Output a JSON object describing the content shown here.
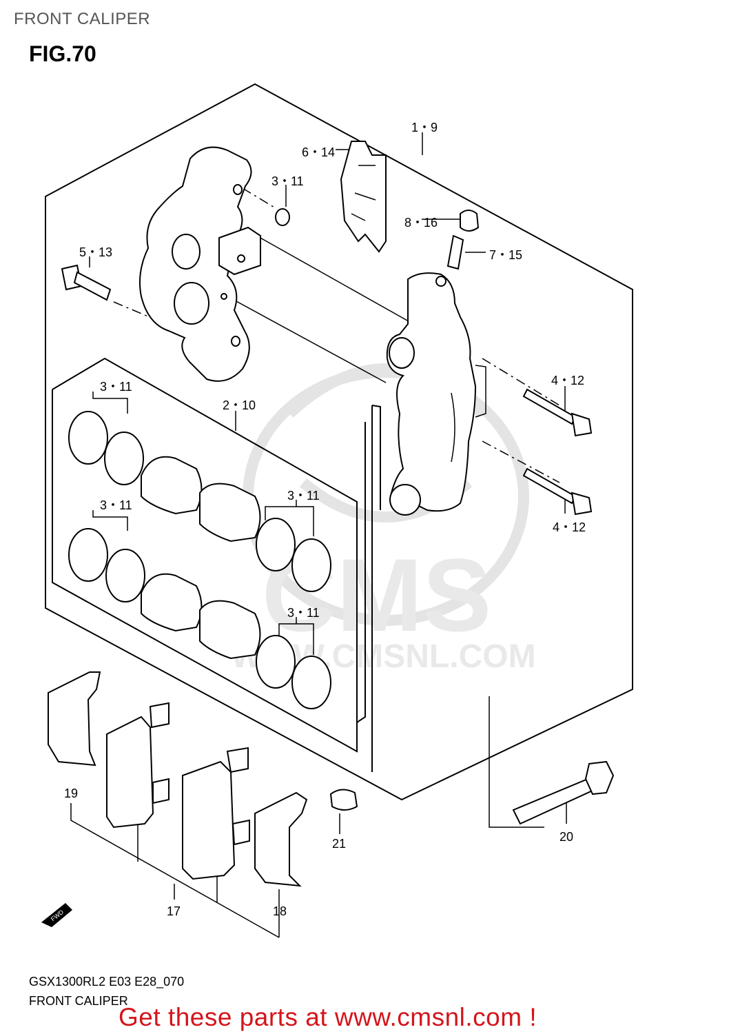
{
  "header": {
    "title": "FRONT CALIPER"
  },
  "figure": {
    "label": "FIG.70"
  },
  "watermark": {
    "text": "CMS",
    "url_text": "WWW.CMSNL.COM"
  },
  "callouts": {
    "c1_9": "1・9",
    "c6_14": "6・14",
    "c3_11_top": "3・11",
    "c8_16": "8・16",
    "c7_15": "7・15",
    "c5_13": "5・13",
    "c4_12_a": "4・12",
    "c4_12_b": "4・12",
    "c3_11_left_a": "3・11",
    "c2_10": "2・10",
    "c3_11_left_b": "3・11",
    "c3_11_right_a": "3・11",
    "c3_11_right_b": "3・11",
    "c19": "19",
    "c17": "17",
    "c18": "18",
    "c21": "21",
    "c20": "20"
  },
  "fwd_badge": "FWD",
  "footer": {
    "model_code": "GSX1300RL2 E03 E28_070",
    "title": "FRONT CALIPER",
    "promo": "Get these parts at www.cmsnl.com !"
  },
  "colors": {
    "promo": "#d4151b",
    "watermark": "#e4e4e4"
  }
}
